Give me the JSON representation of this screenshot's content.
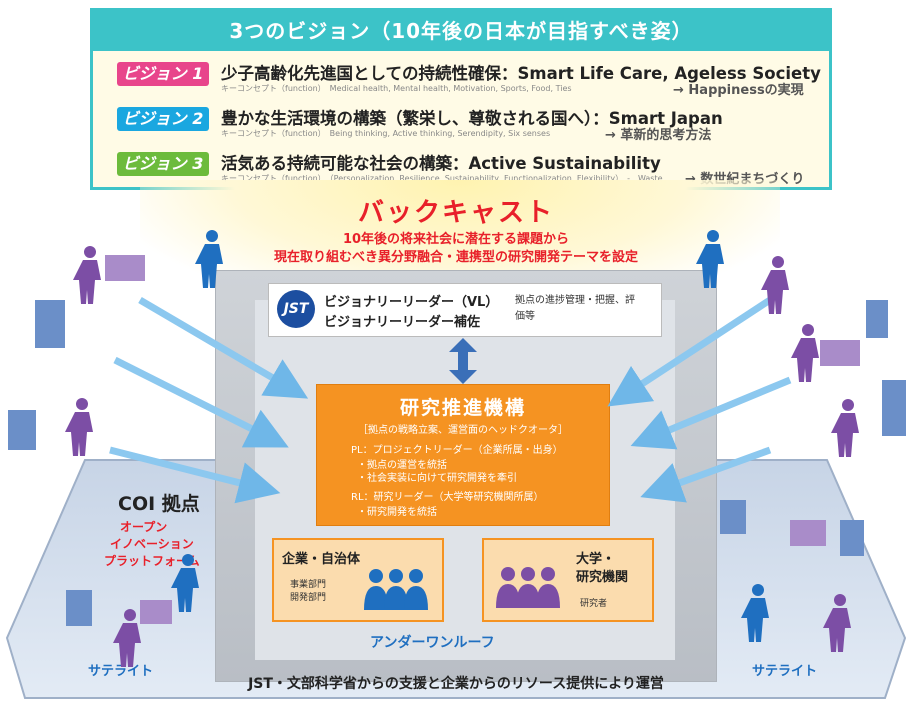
{
  "vision": {
    "title": "3つのビジョン（10年後の日本が目指すべき姿）",
    "items": [
      {
        "badge": "ビジョン 1",
        "color": "#e8458b",
        "heading": "少子高齢化先進国としての持続性確保：Smart Life Care, Ageless Society",
        "concept": "キーコンセプト（function）　Medical health, Mental health, Motivation, Sports, Food, Ties",
        "result": "→ Happinessの実現"
      },
      {
        "badge": "ビジョン 2",
        "color": "#1aa7e0",
        "heading": "豊かな生活環境の構築（繁栄し、尊敬される国へ）：Smart Japan",
        "concept": "キーコンセプト（function）　Being thinking, Active thinking, Serendipity, Six senses",
        "result": "→ 革新的思考方法"
      },
      {
        "badge": "ビジョン 3",
        "color": "#6cbb3c",
        "heading": "活気ある持続可能な社会の構築：Active Sustainability",
        "concept": "キーコンセプト（function）　（Personalization, Resilience, Sustainability, Functionalization, Flexibility）　-　Waste",
        "result": "→ 数世紀まちづくり"
      }
    ]
  },
  "backcast": {
    "title": "バックキャスト",
    "line1": "10年後の将来社会に潜在する課題から",
    "line2": "現在取り組むべき異分野融合・連携型の研究開発テーマを設定"
  },
  "vl": {
    "logo": "JST",
    "line1": "ビジョナリーリーダー（VL）",
    "line2": "ビジョナリーリーダー補佐",
    "note": "拠点の進捗管理・把握、評価等"
  },
  "org": {
    "title": "研究推進機構",
    "subtitle": "［拠点の戦略立案、運営面のヘッドクオータ］",
    "pl": "PL：プロジェクトリーダー（企業所属・出身）",
    "pl_task1": "・拠点の運営を統括",
    "pl_task2": "・社会実装に向けて研究開発を牽引",
    "rl": "RL：研究リーダー（大学等研究機関所属）",
    "rl_task1": "・研究開発を統括"
  },
  "company": {
    "title": "企業・自治体",
    "dept1": "事業部門",
    "dept2": "開発部門"
  },
  "university": {
    "title1": "大学・",
    "title2": "研究機関",
    "sub": "研究者"
  },
  "coi": {
    "title": "COI 拠点",
    "line1": "オープン",
    "line2": "イノベーション",
    "line3": "プラットフォーム"
  },
  "under_one_roof": "アンダーワンルーフ",
  "satellite_left": "サテライト",
  "satellite_right": "サテライト",
  "footer": "JST・文部科学省からの支援と企業からのリソース提供により運営"
}
